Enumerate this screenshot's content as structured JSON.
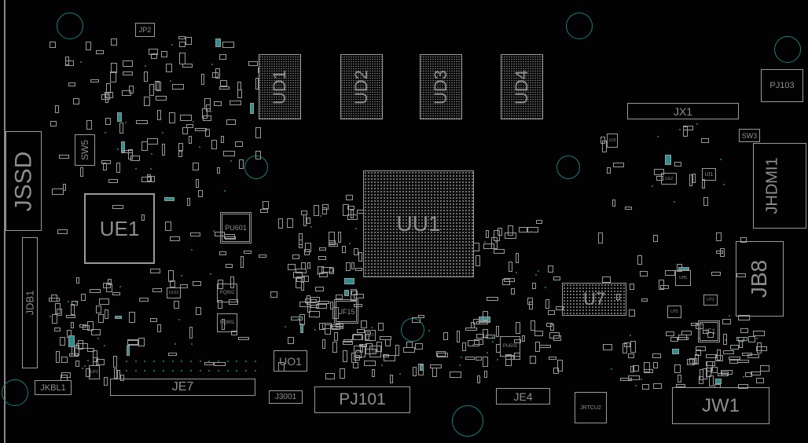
{
  "board": {
    "components": {
      "JP2": "JP2",
      "UD1": "UD1",
      "UD2": "UD2",
      "UD3": "UD3",
      "UD4": "UD4",
      "PJ103": "PJ103",
      "JX1": "JX1",
      "SW3": "SW3",
      "JHDMI1": "JHDMI1",
      "JSSD": "JSSD",
      "SW5": "SW5",
      "UE1": "UE1",
      "UU1": "UU1",
      "PU601": "PU601",
      "JB8": "JB8",
      "U7": "U7",
      "UF15": "UF15",
      "UF1": "UF1",
      "JDB1": "JDB1",
      "UO1": "UO1",
      "JE7": "JE7",
      "JKBL1": "JKBL1",
      "J3001": "J3001",
      "PJ101": "PJ101",
      "JE4": "JE4",
      "JRTCU2": "JRTCU2",
      "JW1": "JW1",
      "PU501": "PU501",
      "PQ802": "PQ802",
      "PQ801": "PQ801",
      "UJ3": "UJ3",
      "UI1": "UI1",
      "UT5": "UT5",
      "UT3": "UT3",
      "UH5": "UH5",
      "UG2": "UG2",
      "QL1": "QL1",
      "QL7": "QL7",
      "QL2": "QL2",
      "UP1": "UP1",
      "UL53": "UL53"
    },
    "colors": {
      "outline": "#9a9a9a",
      "hole": "#1f7f7f",
      "background": "#020202"
    }
  }
}
